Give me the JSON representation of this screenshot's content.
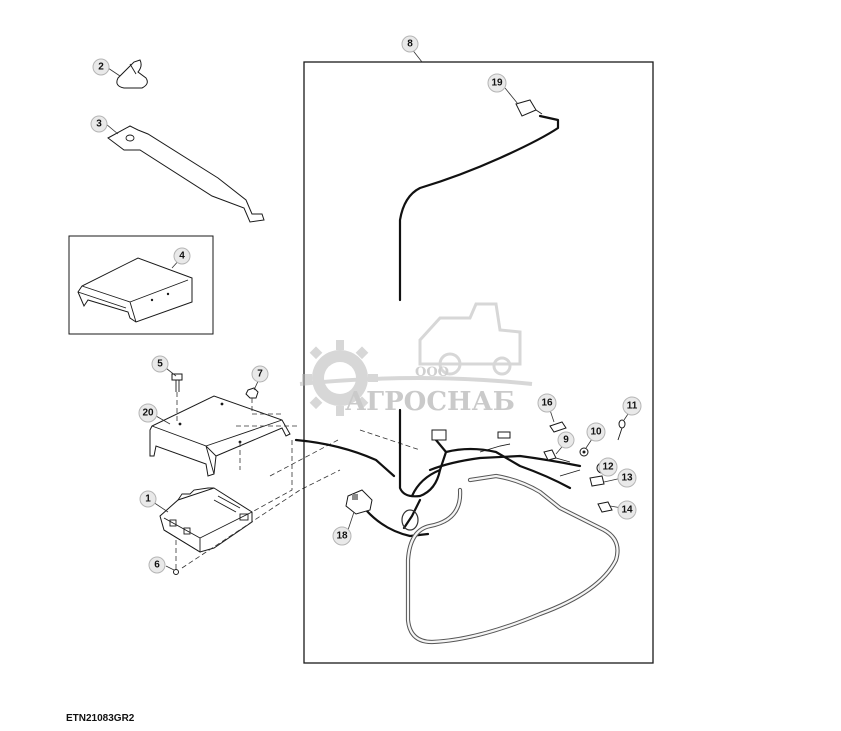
{
  "figure": {
    "code": "ETN21083GR2",
    "callouts": [
      "1",
      "2",
      "3",
      "4",
      "5",
      "6",
      "7",
      "8",
      "9",
      "10",
      "11",
      "12",
      "13",
      "14",
      "16",
      "18",
      "19",
      "20"
    ]
  },
  "watermark": {
    "prefix": "ООО",
    "name": "АГРОСНАБ"
  },
  "colors": {
    "line": "#1a1a1a",
    "callout_fill": "#e9e9e9",
    "watermark": "#b8b8b8"
  }
}
